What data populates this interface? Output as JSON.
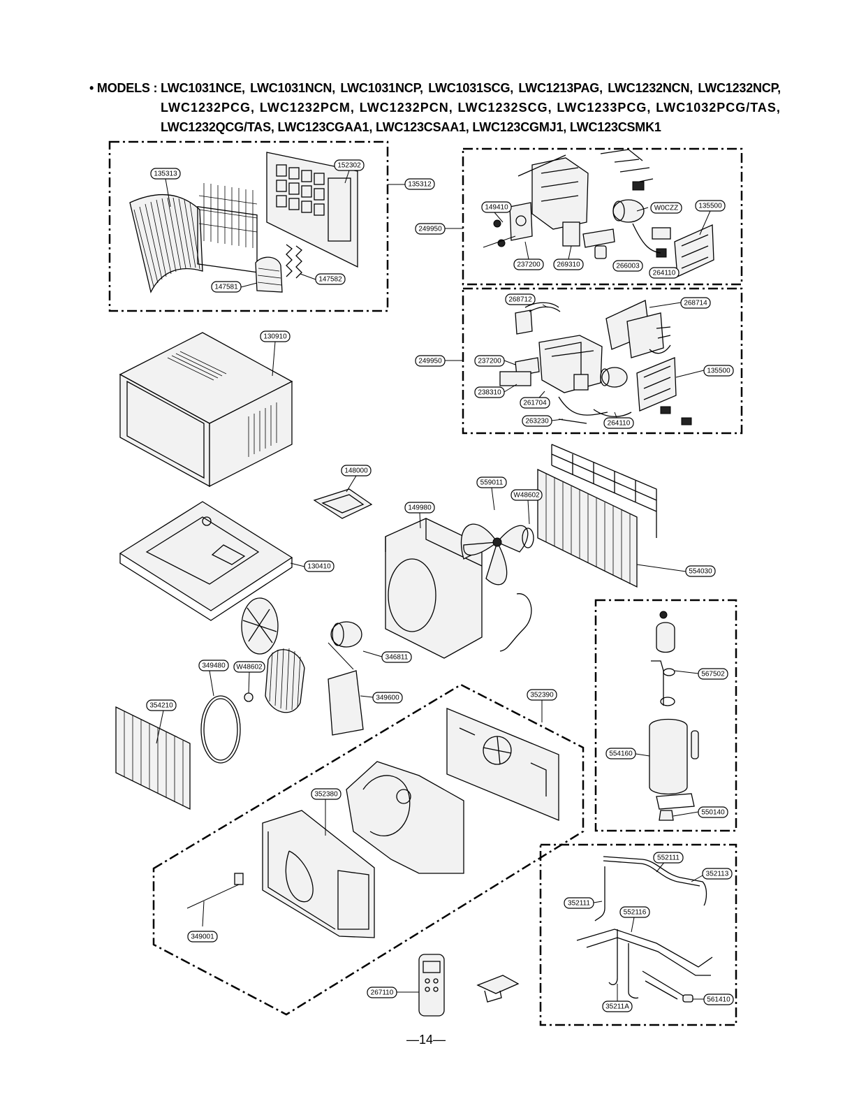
{
  "header": {
    "label": "• MODELS :",
    "lines": [
      [
        "LWC1031NCE,",
        "LWC1031NCN,",
        "LWC1031NCP,",
        "LWC1031SCG,",
        "LWC1213PAG,",
        "LWC1232NCN,",
        "LWC1232NCP,"
      ],
      [
        "LWC1232PCG,",
        "LWC1232PCM,",
        "LWC1232PCN,",
        "LWC1232SCG,",
        "LWC1233PCG,",
        "LWC1032PCG/TAS,"
      ],
      [
        "LWC1232QCG/TAS,",
        "LWC123CGAA1,",
        "LWC123CSAA1,",
        "LWC123CGMJ1,",
        "LWC123CSMK1"
      ]
    ]
  },
  "callouts": {
    "c135313": "135313",
    "c152302": "152302",
    "c135312": "135312",
    "c147581": "147581",
    "c147582": "147582",
    "c149410": "149410",
    "c249950a": "249950",
    "c237200a": "237200",
    "c269310": "269310",
    "c266003": "266003",
    "c264110a": "264110",
    "c135500a": "135500",
    "cW0CZZ": "W0CZZ",
    "c268712": "268712",
    "c268714": "268714",
    "c249950b": "249950",
    "c237200b": "237200",
    "c238310": "238310",
    "c261704": "261704",
    "c263230": "263230",
    "c264110b": "264110",
    "c135500b": "135500",
    "c130910": "130910",
    "c148000": "148000",
    "c559011": "559011",
    "cW48602a": "W48602",
    "c149980": "149980",
    "c130410": "130410",
    "c554030": "554030",
    "c346811": "346811",
    "c349480": "349480",
    "cW48602b": "W48602",
    "c349600": "349600",
    "c354210": "354210",
    "c352390": "352390",
    "c567502": "567502",
    "c554160": "554160",
    "c550140": "550140",
    "c352380": "352380",
    "c349001": "349001",
    "c267110": "267110",
    "c552111": "552111",
    "c352113": "352113",
    "c352111": "352111",
    "c552116": "552116",
    "c35211A": "35211A",
    "c561410": "561410"
  },
  "page_number": "—14—"
}
